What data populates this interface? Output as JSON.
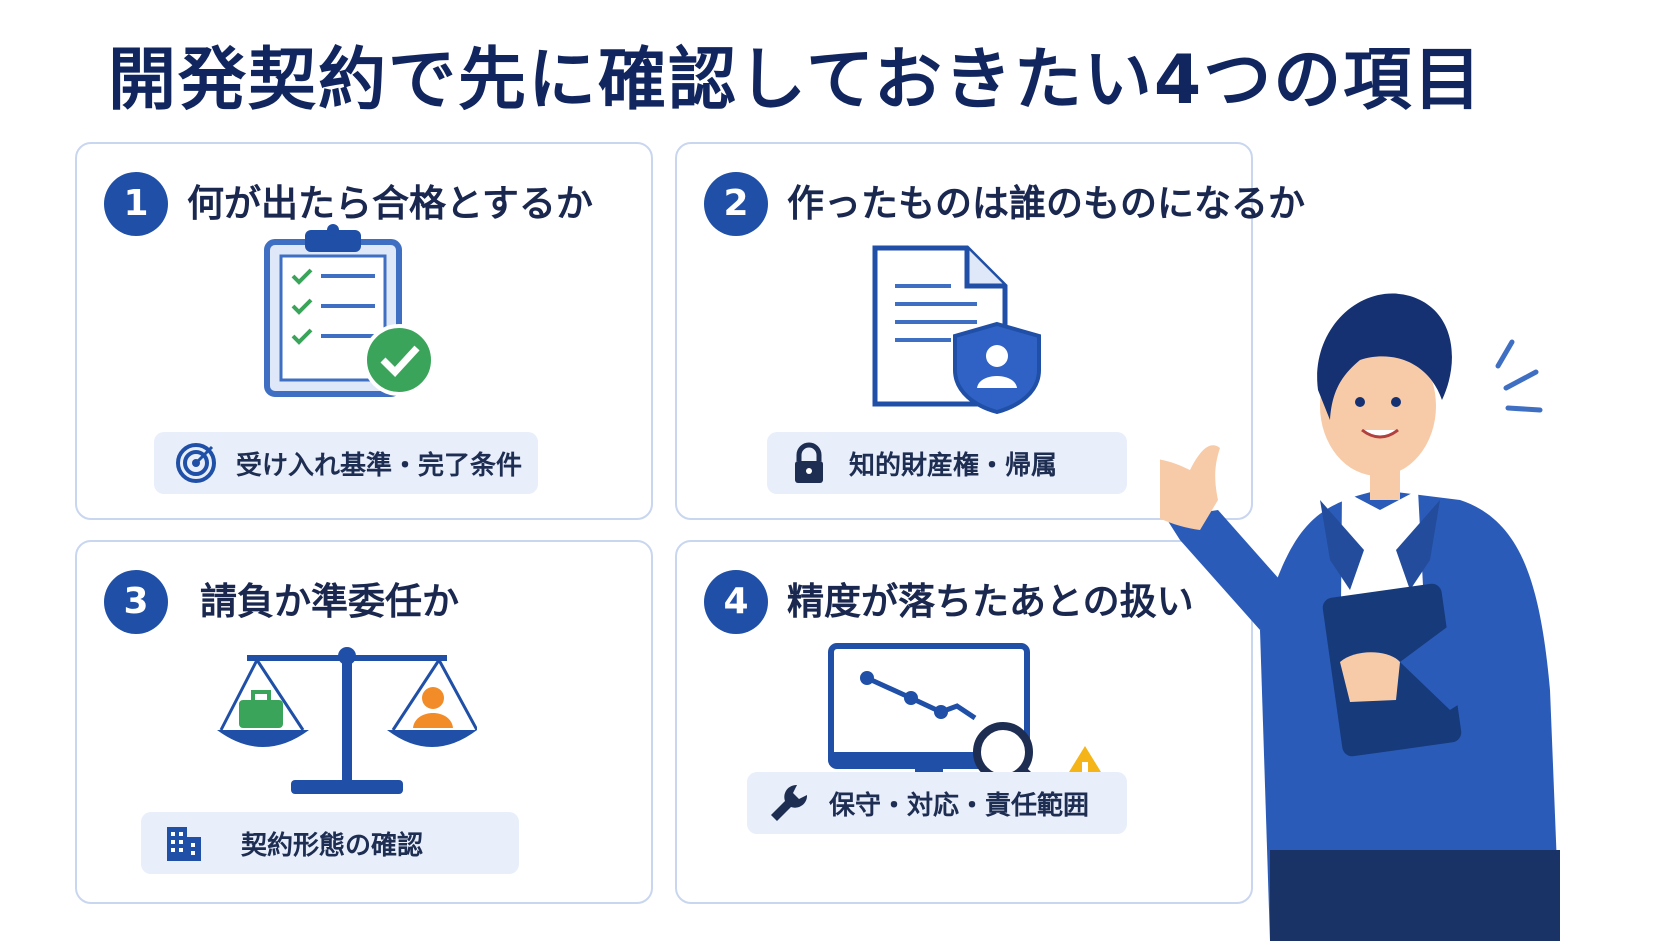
{
  "title": "開発契約で先に確認しておきたい4つの項目",
  "cards": [
    {
      "number": "1",
      "heading": "何が出たら合格とするか",
      "tag": "受け入れ基準・完了条件",
      "illustration_icon": "clipboard-checklist-icon",
      "tag_icon": "target-icon"
    },
    {
      "number": "2",
      "heading": "作ったものは誰のものになるか",
      "tag": "知的財産権・帰属",
      "illustration_icon": "document-shield-icon",
      "tag_icon": "lock-icon"
    },
    {
      "number": "3",
      "heading": "請負か準委任か",
      "tag": "契約形態の確認",
      "illustration_icon": "balance-scale-icon",
      "tag_icon": "building-icon"
    },
    {
      "number": "4",
      "heading": "精度が落ちたあとの扱い",
      "tag": "保守・対応・責任範囲",
      "illustration_icon": "monitor-chart-warning-icon",
      "tag_icon": "wrench-icon"
    }
  ],
  "colors": {
    "primary": "#1f4fa6",
    "title": "#11265e",
    "accent_green": "#3aa55a",
    "accent_orange": "#f28c28",
    "warning": "#f5b519",
    "card_border": "#c9d6f0",
    "pill_bg": "#e8eefa"
  }
}
